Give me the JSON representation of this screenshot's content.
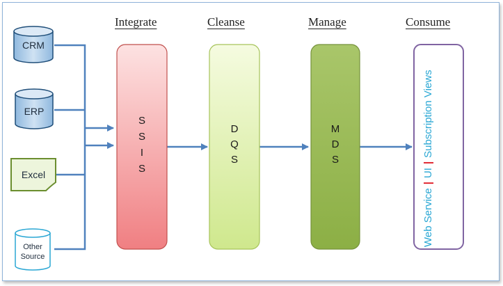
{
  "stages": {
    "integrate": "Integrate",
    "cleanse": "Cleanse",
    "manage": "Manage",
    "consume": "Consume"
  },
  "sources": {
    "crm": "CRM",
    "erp": "ERP",
    "excel": "Excel",
    "other_line1": "Other",
    "other_line2": "Source"
  },
  "components": {
    "ssis": [
      "S",
      "S",
      "I",
      "S"
    ],
    "dqs": [
      "D",
      "Q",
      "S"
    ],
    "mds": [
      "M",
      "D",
      "S"
    ]
  },
  "consume": {
    "web_service": "Web Service",
    "separator": "|",
    "ui": "UI",
    "subscription_views": "Subscription Views"
  },
  "colors": {
    "connector": "#4f81bd",
    "ssis": "#f2a3a4",
    "dqs": "#d6ec9b",
    "mds": "#9bbb59",
    "consume_border": "#8064a2",
    "consume_text": "#2aa7d4",
    "separator": "#e0202a"
  }
}
